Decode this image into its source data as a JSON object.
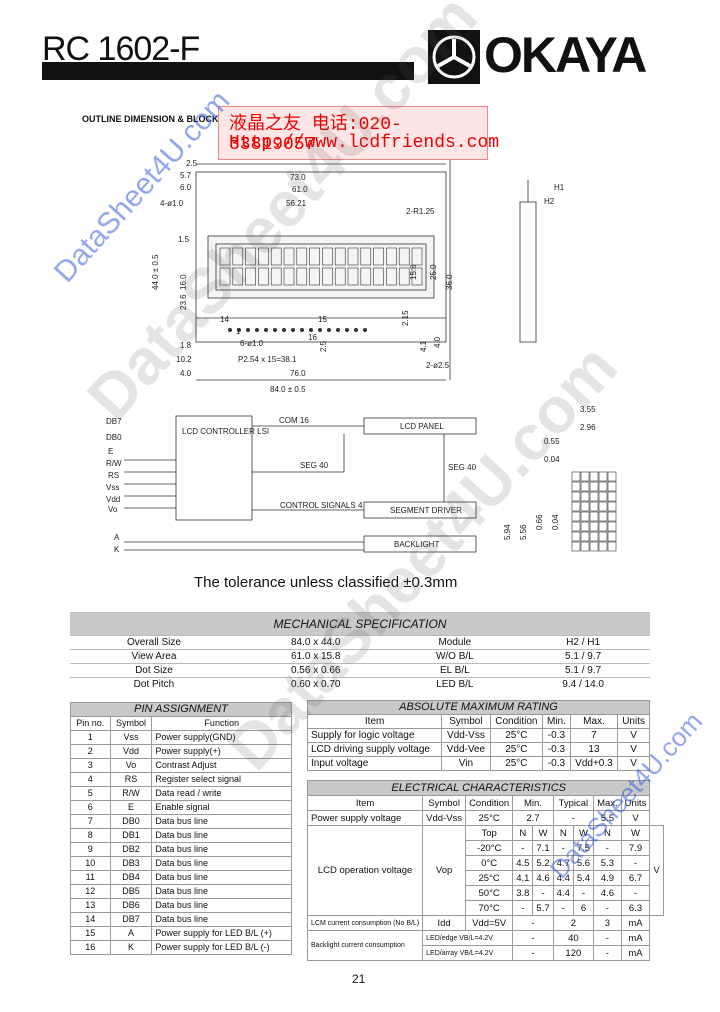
{
  "header": {
    "model": "RC 1602-F",
    "brand": "OKAYA"
  },
  "stamp": {
    "line1": "液晶之友 电话:020-33819057",
    "line2": "Http://www.lcdfriends.com"
  },
  "outline": {
    "title": "OUTLINE DIMENSION & BLOCK DIAGRAM",
    "dims": [
      "84.0 ± 0.5",
      "73.0",
      "61.0",
      "56.21",
      "44.0 ± 0.5",
      "36.0",
      "25.0",
      "15.8",
      "16.0",
      "23.6",
      "2.5",
      "5.7",
      "6.0",
      "4-ø1.0",
      "1.5",
      "2-R1.25",
      "14",
      "1",
      "15",
      "16",
      "1.8",
      "10.2",
      "4.0",
      "6-ø1.0",
      "P2.54 x 15=38.1",
      "76.0",
      "2.15",
      "4.1",
      "2-ø2.5",
      "2.5",
      "4.0",
      "H1",
      "H2"
    ]
  },
  "block": {
    "inputs": [
      "DB7",
      "DB0",
      "E",
      "R/W",
      "RS",
      "Vss",
      "Vdd",
      "Vo"
    ],
    "controller": "LCD CONTROLLER LSI",
    "panel": "LCD PANEL",
    "seg_driver": "SEGMENT DRIVER",
    "backlight": "BACKLIGHT",
    "com": "COM 16",
    "seg": "SEG 40",
    "seg40": "SEG 40",
    "control": "CONTROL SIGNALS 4",
    "leds": [
      "A",
      "K"
    ]
  },
  "dot": {
    "dims": [
      "3.55",
      "2.96",
      "0.55",
      "0.04",
      "5.94",
      "5.56",
      "0.66",
      "0.04"
    ]
  },
  "tolerance": "The tolerance unless classified ±0.3mm",
  "mechanical": {
    "title": "MECHANICAL SPECIFICATION",
    "rows": [
      [
        "Overall Size",
        "84.0 x 44.0",
        "Module",
        "H2 / H1"
      ],
      [
        "View Area",
        "61.0 x 15.8",
        "W/O B/L",
        "5.1 / 9.7"
      ],
      [
        "Dot Size",
        "0.56 x 0.66",
        "EL B/L",
        "5.1 / 9.7"
      ],
      [
        "Dot Pitch",
        "0.60 x 0.70",
        "LED B/L",
        "9.4 / 14.0"
      ]
    ]
  },
  "pins": {
    "title": "PIN ASSIGNMENT",
    "headers": [
      "Pin no.",
      "Symbol",
      "Function"
    ],
    "rows": [
      [
        "1",
        "Vss",
        "Power supply(GND)"
      ],
      [
        "2",
        "Vdd",
        "Power supply(+)"
      ],
      [
        "3",
        "Vo",
        "Contrast Adjust"
      ],
      [
        "4",
        "RS",
        "Register select signal"
      ],
      [
        "5",
        "R/W",
        "Data read / write"
      ],
      [
        "6",
        "E",
        "Enable signal"
      ],
      [
        "7",
        "DB0",
        "Data bus line"
      ],
      [
        "8",
        "DB1",
        "Data bus line"
      ],
      [
        "9",
        "DB2",
        "Data bus line"
      ],
      [
        "10",
        "DB3",
        "Data bus line"
      ],
      [
        "11",
        "DB4",
        "Data bus line"
      ],
      [
        "12",
        "DB5",
        "Data bus line"
      ],
      [
        "13",
        "DB6",
        "Data bus line"
      ],
      [
        "14",
        "DB7",
        "Data bus line"
      ],
      [
        "15",
        "A",
        "Power supply for LED B/L (+)"
      ],
      [
        "16",
        "K",
        "Power supply for LED B/L (-)"
      ]
    ]
  },
  "absolute": {
    "title": "ABSOLUTE MAXIMUM RATING",
    "headers": [
      "Item",
      "Symbol",
      "Condition",
      "Min.",
      "Max.",
      "Units"
    ],
    "rows": [
      [
        "Supply for logic voltage",
        "Vdd-Vss",
        "25°C",
        "-0.3",
        "7",
        "V"
      ],
      [
        "LCD driving supply voltage",
        "Vdd-Vee",
        "25°C",
        "-0.3",
        "13",
        "V"
      ],
      [
        "Input voltage",
        "Vin",
        "25°C",
        "-0.3",
        "Vdd+0.3",
        "V"
      ]
    ]
  },
  "electrical": {
    "title": "ELECTRICAL CHARACTERISTICS",
    "headers": [
      "Item",
      "Symbol",
      "Condition",
      "Min.",
      "Typical",
      "Max.",
      "Units"
    ],
    "power": [
      "Power supply voltage",
      "Vdd-Vss",
      "25°C",
      "2.7",
      "-",
      "5.5",
      "V"
    ],
    "lcd_item": "LCD operation voltage",
    "lcd_symbol": "Vop",
    "lcd_unit": "V",
    "nw_head": [
      "Top",
      "N",
      "W",
      "N",
      "W",
      "N",
      "W"
    ],
    "lcd_rows": [
      [
        "-20°C",
        "-",
        "7.1",
        "-",
        "7.5",
        "-",
        "7.9"
      ],
      [
        "0°C",
        "4.5",
        "5.2",
        "4.7",
        "5.6",
        "5.3",
        "-"
      ],
      [
        "25°C",
        "4.1",
        "4.6",
        "4.4",
        "5.4",
        "4.9",
        "6.7"
      ],
      [
        "50°C",
        "3.8",
        "-",
        "4.4",
        "-",
        "4.6",
        "-"
      ],
      [
        "70°C",
        "-",
        "5.7",
        "-",
        "6",
        "-",
        "6.3"
      ]
    ],
    "idd": [
      "LCM current consumption (No B/L)",
      "Idd",
      "Vdd=5V",
      "-",
      "2",
      "3",
      "mA"
    ],
    "bl_item": "Backlight current consumption",
    "bl_rows": [
      [
        "LED/edge VB/L=4.2V",
        "-",
        "40",
        "-",
        "mA"
      ],
      [
        "LED/array VB/L=4.2V",
        "-",
        "120",
        "-",
        "mA"
      ]
    ]
  },
  "watermarks": [
    "DataSheet4U.com",
    "DataSheet4U.com",
    "DataSheet4U.com",
    "DataSheet4U.com"
  ],
  "page_number": "21"
}
